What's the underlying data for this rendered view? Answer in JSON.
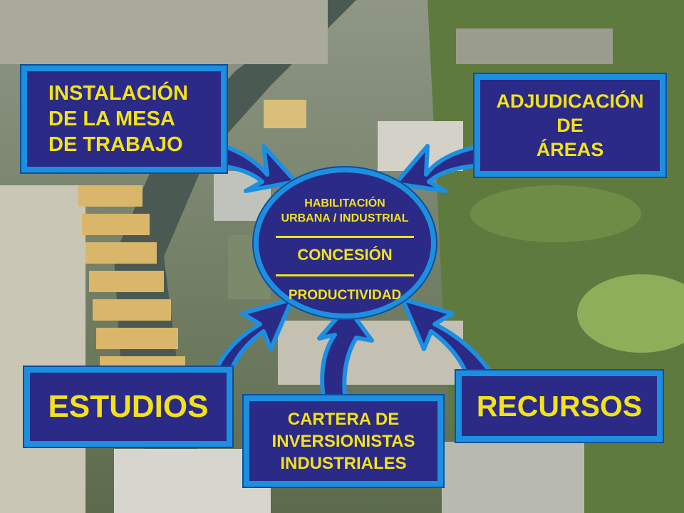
{
  "colors": {
    "box_fill": "#2b2a86",
    "border": "#1d8fe0",
    "text": "#f2e21b"
  },
  "hub": {
    "line1": "HABILITACIÓN",
    "line2": "URBANA / INDUSTRIAL",
    "middle": "CONCESIÓN",
    "bottom": "PRODUCTIVIDAD"
  },
  "boxes": {
    "top_left": [
      "INSTALACIÓN",
      "DE LA MESA",
      "DE TRABAJO"
    ],
    "top_right": [
      "ADJUDICACIÓN",
      "DE",
      "ÁREAS"
    ],
    "bottom_left": "ESTUDIOS",
    "bottom_right": "RECURSOS",
    "bottom_middle": [
      "CARTERA DE",
      "INVERSIONISTAS",
      "INDUSTRIALES"
    ]
  }
}
